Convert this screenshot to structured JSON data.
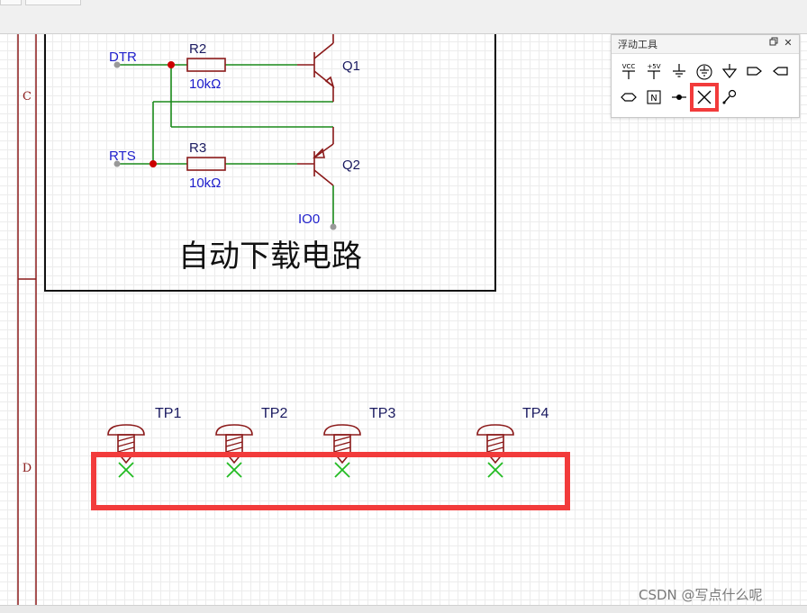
{
  "schematic": {
    "frame_row_labels": [
      "C",
      "D"
    ],
    "nets": {
      "dtr": "DTR",
      "rts": "RTS",
      "io0": "IO0"
    },
    "resistors": [
      {
        "ref": "R2",
        "value": "10kΩ"
      },
      {
        "ref": "R3",
        "value": "10kΩ"
      }
    ],
    "transistors": [
      {
        "ref": "Q1"
      },
      {
        "ref": "Q2"
      }
    ],
    "circuit_title": "自动下载电路",
    "test_points": [
      "TP1",
      "TP2",
      "TP3",
      "TP4"
    ]
  },
  "floating_toolbar": {
    "title": "浮动工具",
    "tools_row1": [
      {
        "name": "vcc-power-icon",
        "label": "VCC"
      },
      {
        "name": "plus5v-power-icon",
        "label": "+5V"
      },
      {
        "name": "ground-icon"
      },
      {
        "name": "earth-ground-icon"
      },
      {
        "name": "signal-ground-icon"
      },
      {
        "name": "net-port-right-icon"
      },
      {
        "name": "net-port-left-icon"
      }
    ],
    "tools_row2": [
      {
        "name": "net-port-both-icon"
      },
      {
        "name": "net-label-icon",
        "label": "N"
      },
      {
        "name": "wire-junction-icon"
      },
      {
        "name": "no-connect-flag-icon",
        "selected": true
      },
      {
        "name": "probe-icon"
      }
    ]
  },
  "highlight_color": "#f23b3b",
  "watermark": "CSDN @写点什么呢"
}
